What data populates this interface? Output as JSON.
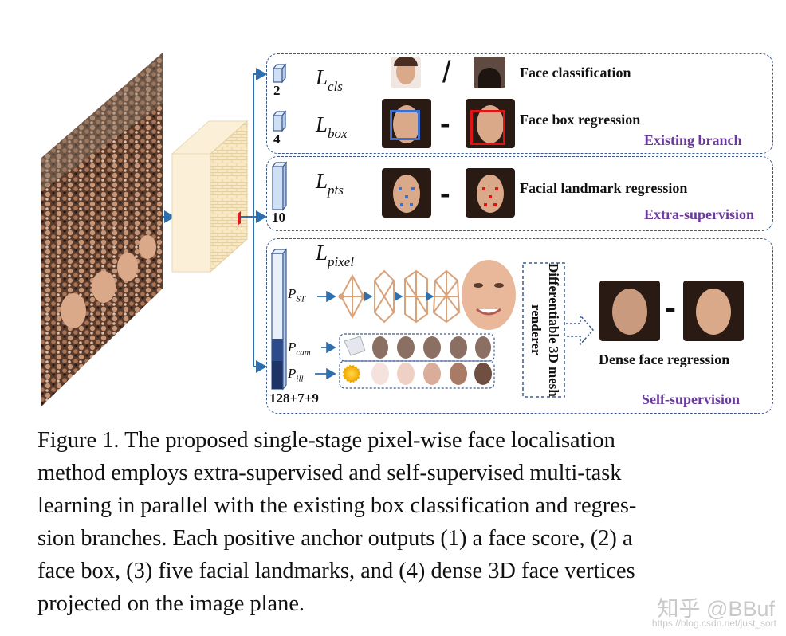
{
  "figure": {
    "branches": {
      "existing": {
        "label": "Existing branch",
        "rows": [
          {
            "dim": "2",
            "loss_base": "L",
            "loss_sub": "cls",
            "desc": "Face classification",
            "separator": "/"
          },
          {
            "dim": "4",
            "loss_base": "L",
            "loss_sub": "box",
            "desc": "Face box regression",
            "separator": "-"
          }
        ]
      },
      "extra": {
        "label": "Extra-supervision",
        "dim": "10",
        "loss_base": "L",
        "loss_sub": "pts",
        "desc": "Facial landmark regression",
        "separator": "-"
      },
      "self": {
        "label": "Self-supervision",
        "dim": "128+7+9",
        "loss_base": "L",
        "loss_sub": "pixel",
        "params": [
          {
            "base": "P",
            "sub": "ST"
          },
          {
            "base": "P",
            "sub": "cam"
          },
          {
            "base": "P",
            "sub": "ill"
          }
        ],
        "renderer_label": "Differentiable 3D mesh renderer",
        "desc": "Dense face regression",
        "separator": "-"
      }
    },
    "colors": {
      "box_border": "#3d5a8f",
      "branch_label": "#6a3a9a",
      "arrow": "#2e6fb0",
      "feature_map": "#f7e8c8",
      "bbox_gt": "#3b6fd1",
      "bbox_pred": "#e01414"
    }
  },
  "caption": {
    "lines": [
      "Figure 1. The proposed single-stage pixel-wise face localisation",
      "method employs extra-supervised and self-supervised multi-task",
      "learning in parallel with the existing box classification and regres-",
      "sion branches. Each positive anchor outputs (1) a face score, (2) a",
      "face box, (3) five facial landmarks, and (4) dense 3D face vertices",
      "projected on the image plane."
    ]
  },
  "watermark": {
    "text": "知乎 @BBuf",
    "url": "https://blog.csdn.net/just_sort"
  }
}
